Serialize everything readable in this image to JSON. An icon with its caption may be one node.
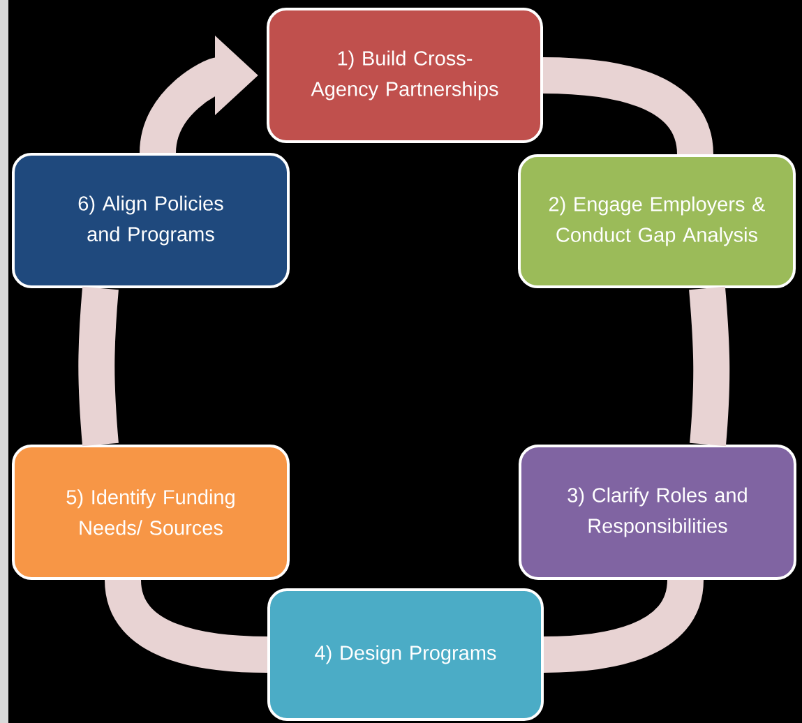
{
  "diagram": {
    "nodes": [
      {
        "text": [
          "1) Build Cross-Agency Partnerships"
        ]
      },
      {
        "text": [
          "2) Engage Employers & Conduct Gap Analysis"
        ]
      },
      {
        "text": [
          "3) Clarify Roles and Responsibilities"
        ]
      },
      {
        "text": [
          "4) Design Programs"
        ]
      },
      {
        "text": [
          "5) Identify Funding Needs/ Sources"
        ]
      },
      {
        "text": [
          "6) Align Policies and Programs"
        ]
      }
    ],
    "edges": [
      {
        "from": 0,
        "to": 1,
        "arrow": "none"
      },
      {
        "from": 1,
        "to": 2,
        "arrow": "none"
      },
      {
        "from": 2,
        "to": 3,
        "arrow": "none"
      },
      {
        "from": 3,
        "to": 4,
        "arrow": "none"
      },
      {
        "from": 4,
        "to": 5,
        "arrow": "none"
      },
      {
        "from": 5,
        "to": 0,
        "arrow": "to"
      }
    ]
  }
}
